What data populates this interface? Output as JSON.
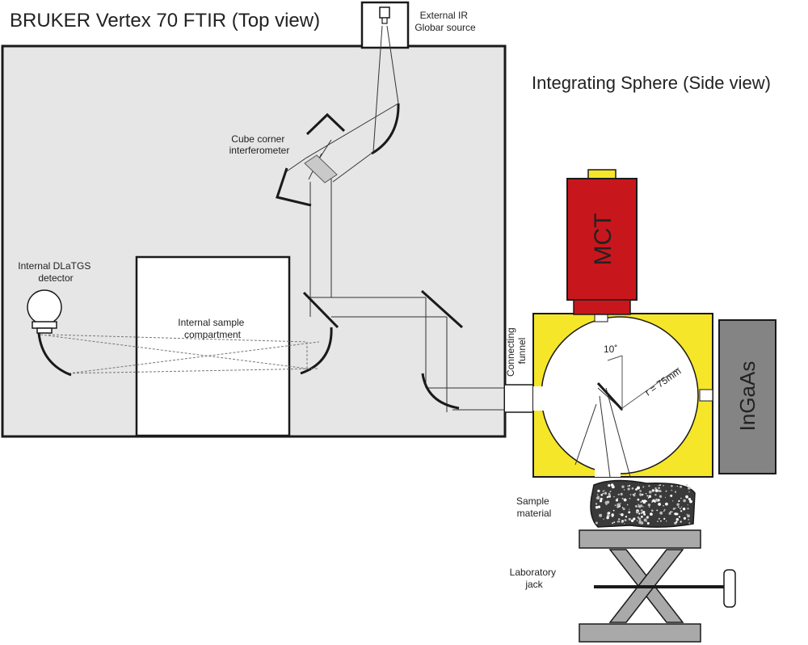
{
  "title_main": "BRUKER Vertex 70 FTIR (Top view)",
  "title_sphere": "Integrating Sphere (Side view)",
  "labels": {
    "source_l1": "External IR",
    "source_l2": "Globar source",
    "interferometer_l1": "Cube corner",
    "interferometer_l2": "interferometer",
    "detector_l1": "Internal DLaTGS",
    "detector_l2": "detector",
    "sample_comp_l1": "Internal sample",
    "sample_comp_l2": "compartment",
    "funnel_l1": "Connecting",
    "funnel_l2": "funnel",
    "mct": "MCT",
    "ingaas": "InGaAs",
    "angle": "10˚",
    "radius": "r = 75mm",
    "sample_l1": "Sample",
    "sample_l2": "material",
    "jack_l1": "Laboratory",
    "jack_l2": "jack"
  },
  "colors": {
    "ftir_body": "#e6e6e6",
    "sphere_housing": "#f6e62a",
    "mct_detector": "#c8161d",
    "ingaas_detector": "#848484",
    "jack": "#a9a9a9",
    "outline": "#1a1a1a"
  }
}
